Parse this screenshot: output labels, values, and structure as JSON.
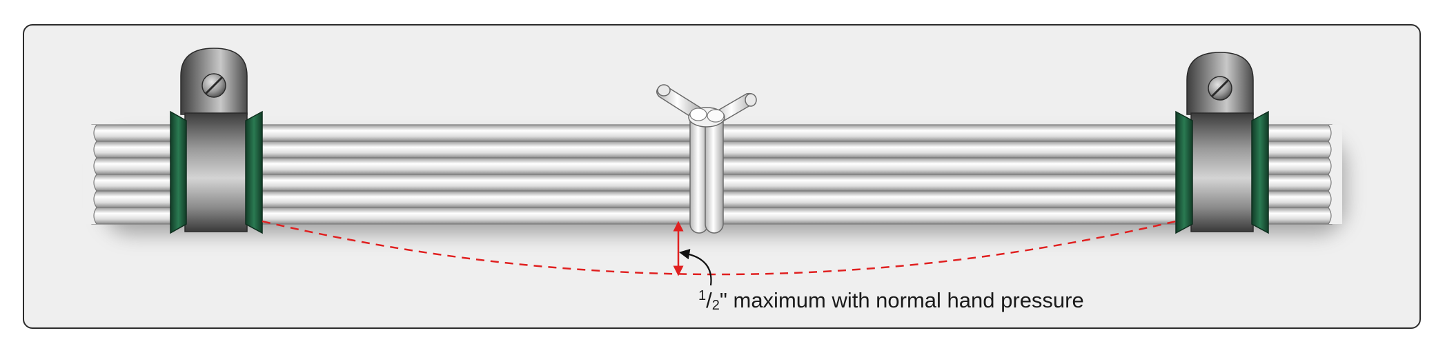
{
  "annotation": {
    "frac_numerator": "1",
    "frac_slash": "/",
    "frac_denominator": "2",
    "text": "\" maximum with normal hand pressure"
  },
  "colors": {
    "background": "#efefef",
    "border": "#2b2b2b",
    "cushion_green": "#1e5a3c",
    "clamp_metal": "#6f6f6f",
    "wire_white": "#f4f4f4",
    "deflection_red": "#e02020",
    "leader_black": "#111111"
  }
}
